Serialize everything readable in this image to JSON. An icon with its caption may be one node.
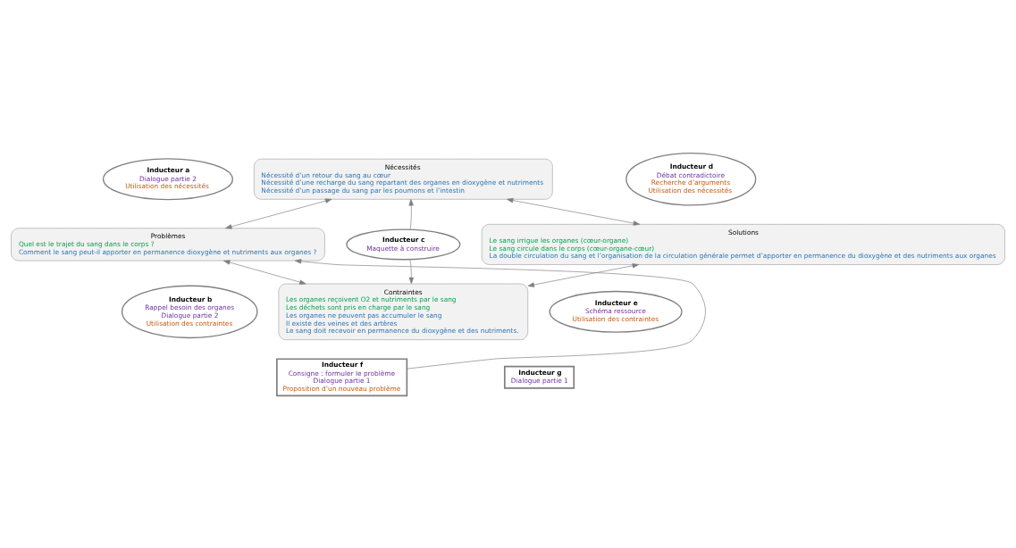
{
  "diagram": {
    "nodes": [
      {
        "text": [
          "Nécessités",
          "Nécessité d’un retour du sang au cœur",
          "Nécessité d’une recharge du sang repartant des organes en dioxygène et nutriments",
          "Nécessité d’un passage du sang par les poumons et l’intestin"
        ]
      },
      {
        "text": [
          "Inducteur a",
          "Dialogue partie 2",
          "Utilisation des nécessités"
        ]
      },
      {
        "text": [
          "Inducteur d",
          "Débat contradictoire",
          "Recherche d’arguments",
          "Utilisation des nécessités"
        ]
      },
      {
        "text": [
          "Problèmes",
          "Quel est le trajet du sang dans le corps ?",
          "Comment le sang peut-il apporter en permanence dioxygène et nutriments aux organes ?"
        ]
      },
      {
        "text": [
          "Inducteur c",
          "Maquette à construire"
        ]
      },
      {
        "text": [
          "Solutions",
          "Le sang irrigue les organes (cœur-organe)",
          "Le sang circule dans le corps (cœur-organe-cœur)",
          "La double circulation du sang et l’organisation de la circulation générale permet d’apporter en permanence du dioxygène et des nutriments aux organes"
        ]
      },
      {
        "text": [
          "Inducteur b",
          "Rappel besoin des organes",
          "Dialogue partie 2",
          "Utilisation des contraintes"
        ]
      },
      {
        "text": [
          "Inducteur e",
          "Schéma ressource",
          "Utilisation des contraintes"
        ]
      },
      {
        "text": [
          "Contraintes",
          "Les organes reçoivent O2 et nutriments par le sang",
          "Les déchets sont pris en charge par le sang",
          "Les organes ne peuvent pas accumuler le sang",
          "Il existe des veines et des artères",
          "Le sang doit recevoir en permanence du dioxygène et des nutriments."
        ]
      },
      {
        "text": [
          "Inducteur f",
          "Consigne : formuler le problème",
          "Dialogue partie 1",
          "Proposition d’un nouveau problème"
        ]
      },
      {
        "text": [
          "Inducteur g",
          "Dialogue partie 1"
        ]
      }
    ],
    "edges": [
      {
        "from": 4,
        "to": 0,
        "arrow": "to"
      },
      {
        "from": 4,
        "to": 8,
        "arrow": "to"
      },
      {
        "from": 3,
        "to": 0,
        "arrow": "both"
      },
      {
        "from": 0,
        "to": 5,
        "arrow": "both"
      },
      {
        "from": 3,
        "to": 8,
        "arrow": "both"
      },
      {
        "from": 8,
        "to": 5,
        "arrow": "both"
      },
      {
        "from": 9,
        "to": 3,
        "arrow": "to"
      }
    ]
  }
}
